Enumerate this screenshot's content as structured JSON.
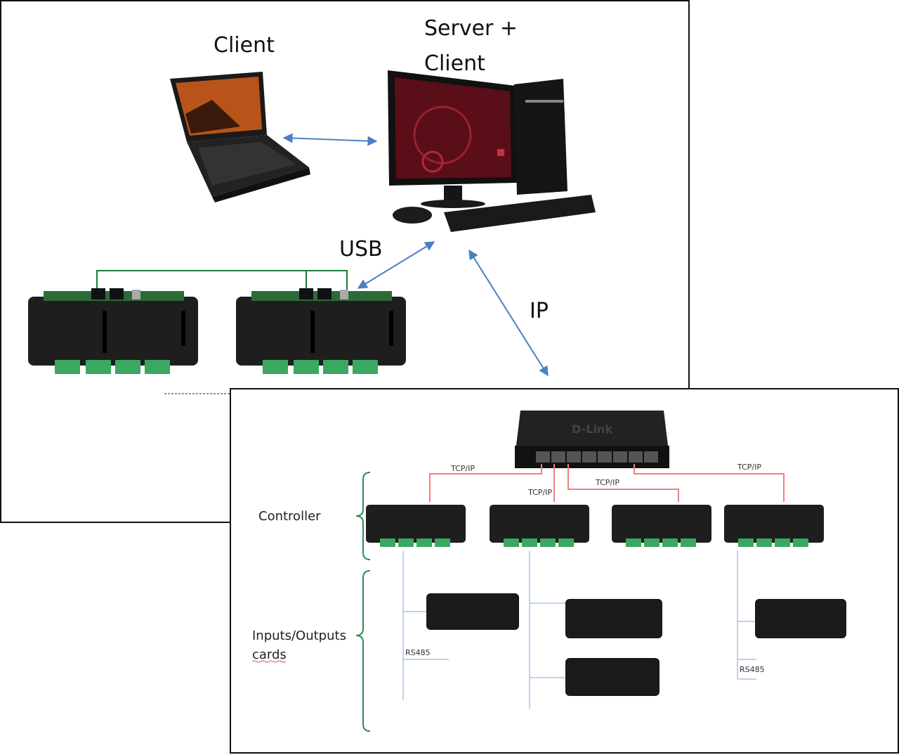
{
  "top_diagram": {
    "labels": {
      "client": "Client",
      "server_line1": "Server +",
      "server_line2": "Client",
      "usb": "USB",
      "ip": "IP"
    },
    "devices": {
      "laptop": "laptop",
      "desktop": "desktop-pc",
      "controllers": [
        "controller-1",
        "controller-2"
      ]
    },
    "colors": {
      "arrow": "#4a7fc4",
      "bus_wire": "#1a7a3a",
      "border": "#111111"
    }
  },
  "bottom_diagram": {
    "labels": {
      "controller": "Controller",
      "io_line1": "Inputs/Outputs",
      "io_line2": "cards",
      "tcpip": [
        "TCP/IP",
        "TCP/IP",
        "TCP/IP",
        "TCP/IP"
      ],
      "rs485": [
        "RS485",
        "RS485"
      ]
    },
    "switch": {
      "brand": "D-Link",
      "ports": 8
    },
    "controllers_count": 4,
    "io_cards_count": 4,
    "colors": {
      "tcpip_wire": "#f08080",
      "rs485_wire": "#a9c4e8",
      "brace": "#2e8b57"
    }
  }
}
